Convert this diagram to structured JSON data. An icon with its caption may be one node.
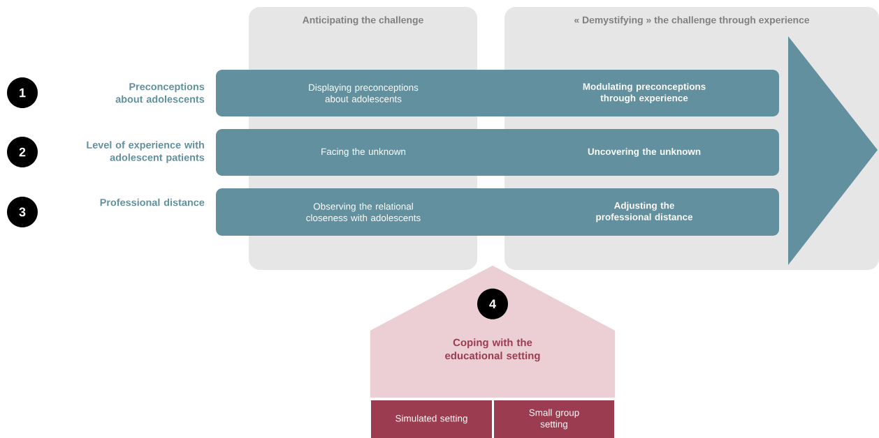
{
  "diagram": {
    "nodes": [
      {
        "text": [
          "Anticipating the challenge"
        ]
      },
      {
        "text": [
          "« Demystifying » the challenge through experience"
        ]
      },
      {
        "text": [
          "1"
        ]
      },
      {
        "text": [
          "Displaying preconceptions about adolescents",
          "Modulating preconceptions through experience"
        ]
      },
      {
        "text": [
          "2"
        ]
      },
      {
        "text": [
          "Facing the unknown",
          "Uncovering the unknown"
        ]
      },
      {
        "text": [
          "3"
        ]
      },
      {
        "text": [
          "Observing the relational closeness with adolescents",
          "Adjusting the professional distance"
        ]
      },
      {
        "text": [
          "Coping with the educational setting"
        ]
      },
      {
        "text": [
          "4"
        ],
        "in": 8
      },
      {
        "text": [
          "Simulated setting"
        ]
      },
      {
        "text": [
          "Small group setting"
        ]
      }
    ],
    "labels": [
      "Preconceptions about adolescents",
      "Level of experience with adolescent patients",
      "Professional distance"
    ]
  }
}
